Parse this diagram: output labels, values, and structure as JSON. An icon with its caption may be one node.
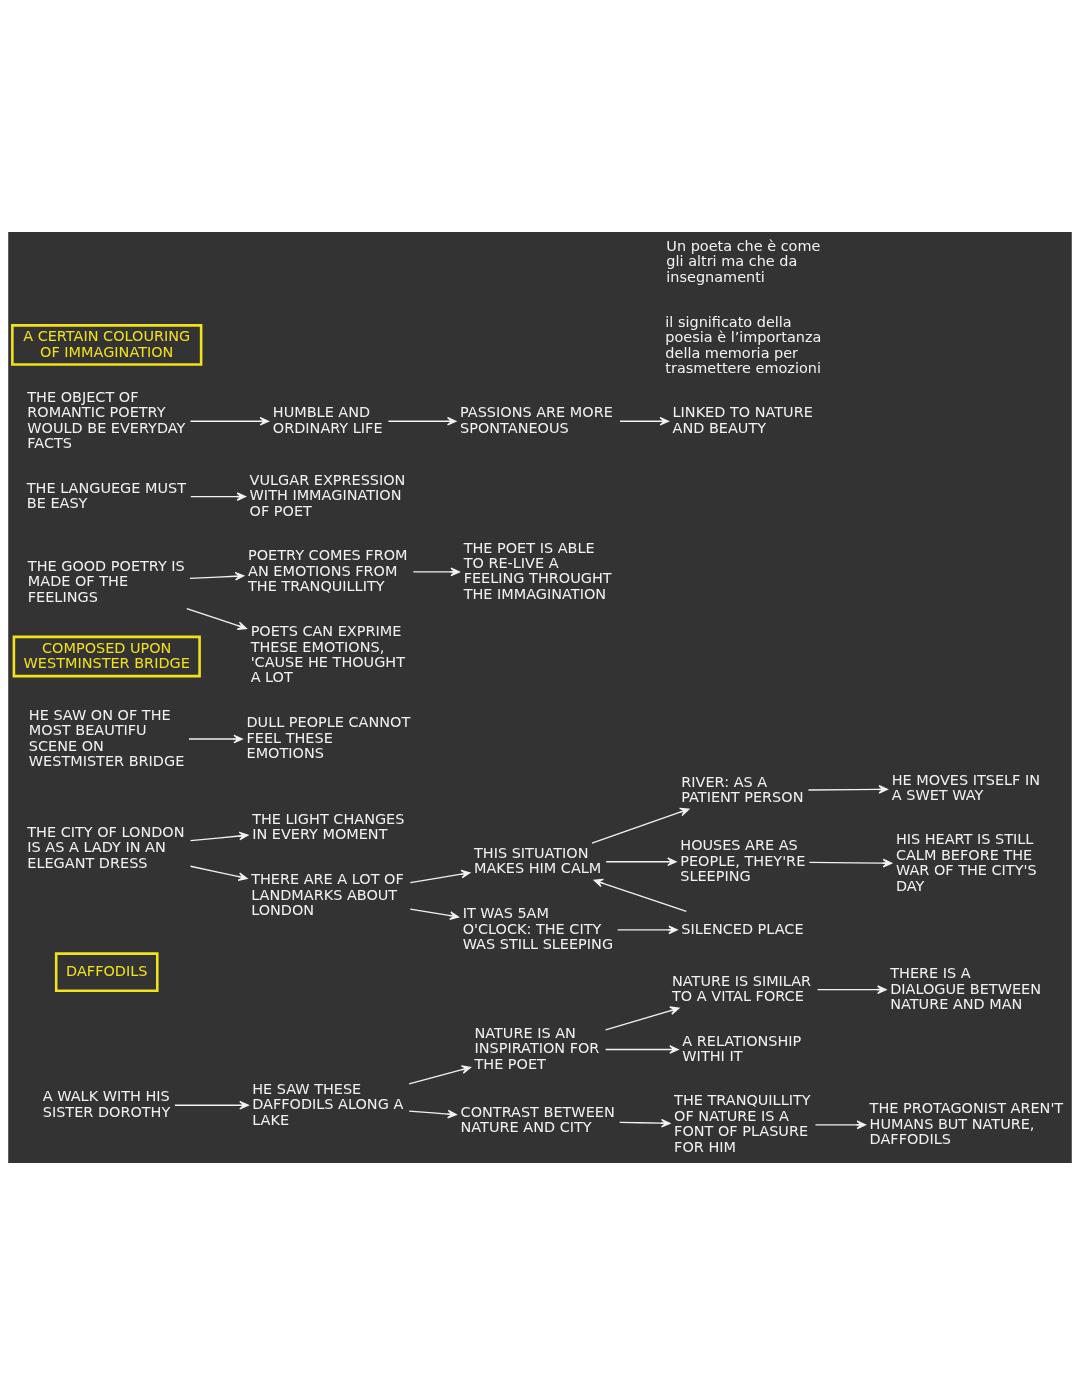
{
  "diagram": {
    "nodes": [
      {
        "text": [
          "A CERTAIN COLOURING OF IMMAGINATION"
        ]
      },
      {
        "text": [
          "THE OBJECT OF ROMANTIC POETRY WOULD BE EVERYDAY FACTS"
        ]
      },
      {
        "text": [
          "HUMBLE AND ORDINARY LIFE"
        ]
      },
      {
        "text": [
          "PASSIONS ARE MORE SPONTANEOUS"
        ]
      },
      {
        "text": [
          "LINKED TO NATURE AND BEAUTY"
        ]
      },
      {
        "text": [
          "THE LANGUEGE MUST BE EASY"
        ]
      },
      {
        "text": [
          "VULGAR EXPRESSION WITH IMMAGINATION OF POET"
        ]
      },
      {
        "text": [
          "THE GOOD POETRY IS MADE OF THE FEELINGS"
        ]
      },
      {
        "text": [
          "POETS CAN EXPRIME THESE EMOTIONS, 'CAUSE HE THOUGHT A LOT"
        ]
      },
      {
        "text": [
          "POETRY COMES FROM AN EMOTIONS FROM THE TRANQUILLITY"
        ]
      },
      {
        "text": [
          "THE POET IS ABLE TO RE-LIVE A FEELING THROUGHT THE IMMAGINATION"
        ]
      },
      {
        "text": [
          "COMPOSED UPON WESTMINSTER BRIDGE"
        ]
      },
      {
        "text": [
          "HE SAW ON OF THE MOST BEAUTIFU SCENE ON WESTMISTER BRIDGE"
        ]
      },
      {
        "text": [
          "DULL PEOPLE CANNOT FEEL THESE EMOTIONS"
        ]
      },
      {
        "text": [
          "THE CITY OF LONDON IS AS A LADY IN AN ELEGANT DRESS"
        ]
      },
      {
        "text": [
          "THERE ARE A LOT OF LANDMARKS ABOUT LONDON"
        ]
      },
      {
        "text": [
          "IT WAS 5AM O'CLOCK: THE CITY WAS STILL SLEEPING"
        ]
      },
      {
        "text": [
          "SILENCED PLACE"
        ]
      },
      {
        "text": [
          "THE LIGHT CHANGES IN EVERY MOMENT"
        ]
      },
      {
        "text": [
          "THIS SITUATION MAKES HIM CALM"
        ]
      },
      {
        "text": [
          "HOUSES ARE AS PEOPLE, THEY'RE SLEEPING"
        ]
      },
      {
        "text": [
          "RIVER: AS A PATIENT PERSON"
        ]
      },
      {
        "text": [
          "HE MOVES ITSELF IN A SWET WAY"
        ]
      },
      {
        "text": [
          "HIS HEART IS STILL CALM BEFORE THE WAR OF THE CITY'S DAY"
        ]
      },
      {
        "text": [
          "DAFFODILS"
        ]
      },
      {
        "text": [
          "A WALK WITH HIS SISTER DOROTHY"
        ]
      },
      {
        "text": [
          "HE SAW THESE DAFFODILS ALONG A LAKE"
        ]
      },
      {
        "text": [
          "CONTRAST BETWEEN NATURE AND CITY"
        ]
      },
      {
        "text": [
          "THE TRANQUILLITY OF NATURE IS A FONT OF PLASURE FOR HIM"
        ]
      },
      {
        "text": [
          "THE PROTAGONIST AREN'T HUMANS BUT NATURE, DAFFODILS"
        ]
      },
      {
        "text": [
          "NATURE IS AN INSPIRATION FOR THE POET"
        ]
      },
      {
        "text": [
          "A RELATIONSHIP WITHI IT"
        ]
      },
      {
        "text": [
          "NATURE IS SIMILAR TO A VITAL FORCE"
        ]
      },
      {
        "text": [
          "THERE IS A DIALOGUE BETWEEN NATURE AND MAN"
        ]
      }
    ],
    "edges": [
      {
        "from": 1,
        "to": 2,
        "arrow": "to"
      },
      {
        "from": 2,
        "to": 3,
        "arrow": "to"
      },
      {
        "from": 3,
        "to": 4,
        "arrow": "to"
      },
      {
        "from": 5,
        "to": 6,
        "arrow": "to"
      },
      {
        "from": 7,
        "to": 8,
        "arrow": "to"
      },
      {
        "from": 7,
        "to": 9,
        "arrow": "to"
      },
      {
        "from": 9,
        "to": 10,
        "arrow": "to"
      },
      {
        "from": 12,
        "to": 13,
        "arrow": "to"
      },
      {
        "from": 14,
        "to": 15,
        "arrow": "to"
      },
      {
        "from": 15,
        "to": 16,
        "arrow": "to"
      },
      {
        "from": 16,
        "to": 17,
        "arrow": "to"
      },
      {
        "from": 14,
        "to": 18,
        "arrow": "to"
      },
      {
        "from": 15,
        "to": 19,
        "arrow": "to"
      },
      {
        "from": 17,
        "to": 19,
        "arrow": "to"
      },
      {
        "from": 19,
        "to": 20,
        "arrow": "to"
      },
      {
        "from": 19,
        "to": 21,
        "arrow": "to"
      },
      {
        "from": 21,
        "to": 22,
        "arrow": "to"
      },
      {
        "from": 20,
        "to": 23,
        "arrow": "to"
      },
      {
        "from": 25,
        "to": 26,
        "arrow": "to"
      },
      {
        "from": 26,
        "to": 27,
        "arrow": "to"
      },
      {
        "from": 27,
        "to": 28,
        "arrow": "to"
      },
      {
        "from": 28,
        "to": 29,
        "arrow": "to"
      },
      {
        "from": 26,
        "to": 30,
        "arrow": "to"
      },
      {
        "from": 30,
        "to": 31,
        "arrow": "to"
      },
      {
        "from": 30,
        "to": 32,
        "arrow": "to"
      },
      {
        "from": 32,
        "to": 33,
        "arrow": "to"
      }
    ],
    "labels": [
      "Un poeta che è come gli altri ma che da insegnamenti",
      "il significato della poesia è l’importanza della memoria per trasmettere emozioni"
    ]
  }
}
